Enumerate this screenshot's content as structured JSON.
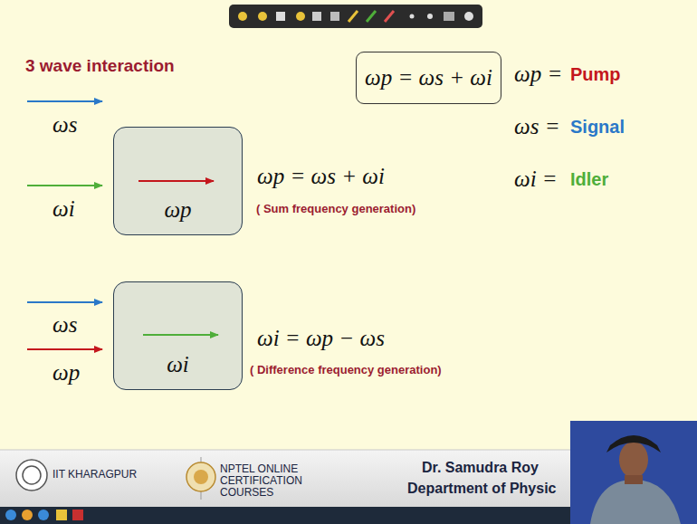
{
  "diagram": {
    "title": "3 wave interaction",
    "nodes": [
      {
        "text": [
          "ωp = ωs + ωi"
        ]
      },
      {
        "text": [
          "ωp"
        ]
      },
      {
        "text": [
          "ωi"
        ]
      }
    ],
    "labels": [
      "ωp =",
      "Pump",
      "ωs =",
      "Signal",
      "ωi =",
      "Idler",
      "ωs",
      "ωi",
      "ωp = ωs + ωi",
      "( Sum frequency generation)",
      "ωs",
      "ωp",
      "ωi = ωp − ωs",
      "( Difference frequency generation)",
      "IIT KHARAGPUR",
      "NPTEL ONLINE CERTIFICATION COURSES",
      "Dr. Samudra Roy",
      "Department of Physic"
    ]
  }
}
